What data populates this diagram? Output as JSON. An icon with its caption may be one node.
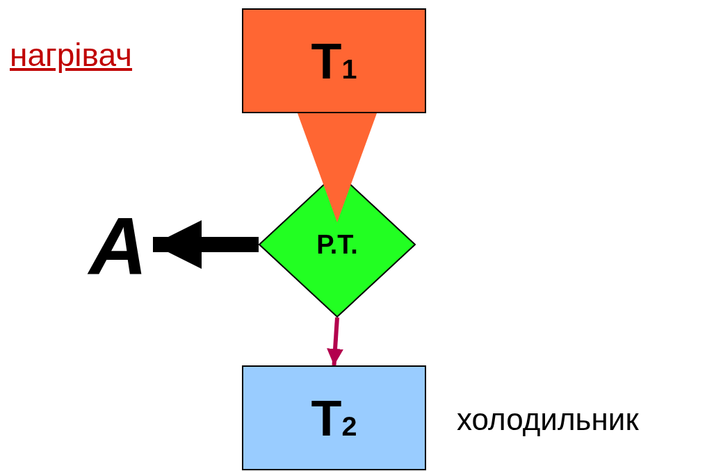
{
  "diagram": {
    "nodes": [
      {
        "text": [
          "T$_{1}$"
        ],
        "beside": [
          "нагрівач"
        ]
      },
      {
        "text": [
          "Р.Т."
        ]
      },
      {
        "text": [
          "T$_{2}$"
        ],
        "beside": [
          "холодильник"
        ]
      },
      {
        "text": [
          "A"
        ]
      }
    ],
    "edges": [
      {
        "from": 0,
        "to": 1,
        "arrow": "to",
        "style": "thick",
        "color": "#ff6633"
      },
      {
        "from": 1,
        "to": 3,
        "arrow": "to",
        "style": "thick",
        "color": "#000000"
      },
      {
        "from": 1,
        "to": 2,
        "arrow": "to",
        "color": "#b3004d"
      }
    ]
  }
}
